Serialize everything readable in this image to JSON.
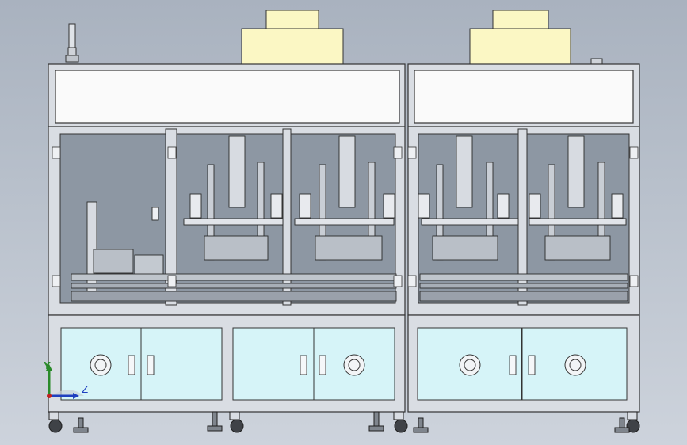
{
  "viewport": {
    "background_top": "#a9b2bf",
    "background_bottom": "#cdd3dc"
  },
  "machine": {
    "frame_color": "#d9dde3",
    "frame_edge": "#3a3a3a",
    "cabinet_panel_color": "#d6f4f8",
    "top_hood_color": "#fbf7c4",
    "header_panel_color": "#fafafa",
    "glass_color": "#8d97a3",
    "modules": 2,
    "stations_per_module": 2
  },
  "triad": {
    "y_label": "Y",
    "z_label": "Z",
    "y_color": "#2a8a2a",
    "z_color": "#1f3fbf",
    "x_color": "#c02020"
  }
}
